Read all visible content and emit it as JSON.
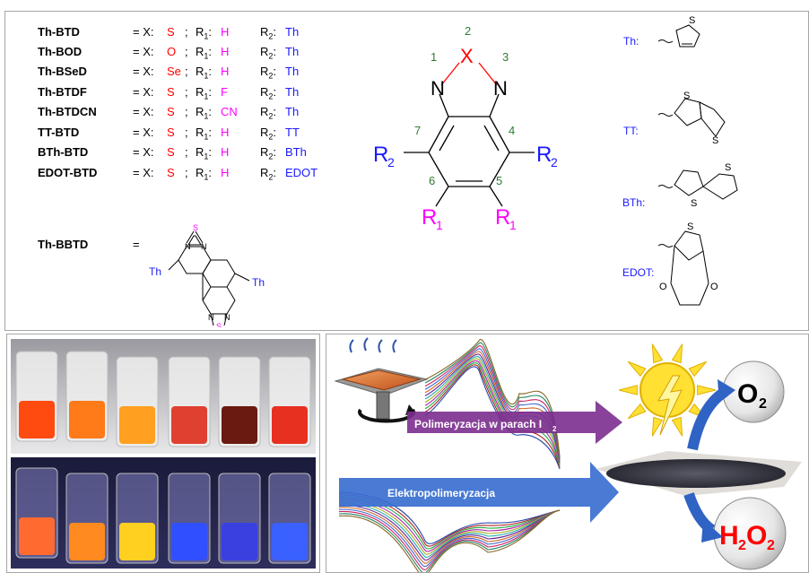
{
  "compounds": [
    {
      "name": "Th-BTD",
      "eq": "= X:",
      "x": "S",
      "sep1": ";",
      "r1": "H",
      "r2": "Th"
    },
    {
      "name": "Th-BOD",
      "eq": "= X:",
      "x": "O",
      "sep1": ";",
      "r1": "H",
      "r2": "Th"
    },
    {
      "name": "Th-BSeD",
      "eq": "= X:",
      "x": "Se",
      "sep1": ";",
      "r1": "H",
      "r2": "Th"
    },
    {
      "name": "Th-BTDF",
      "eq": "= X:",
      "x": "S",
      "sep1": ";",
      "r1": "F",
      "r2": "Th"
    },
    {
      "name": "Th-BTDCN",
      "eq": "= X:",
      "x": "S",
      "sep1": ";",
      "r1": "CN",
      "r2": "Th"
    },
    {
      "name": "TT-BTD",
      "eq": "= X:",
      "x": "S",
      "sep1": ";",
      "r1": "H",
      "r2": "TT"
    },
    {
      "name": "BTh-BTD",
      "eq": "= X:",
      "x": "S",
      "sep1": ";",
      "r1": "H",
      "r2": "BTh"
    },
    {
      "name": "EDOT-BTD",
      "eq": "= X:",
      "x": "S",
      "sep1": ";",
      "r1": "H",
      "r2": "EDOT"
    }
  ],
  "r_labels": {
    "r1": "R",
    "r1_sub": "1",
    "r2": "R",
    "r2_sub": "2",
    "colon": ":"
  },
  "bbtd": {
    "name": "Th-BBTD",
    "eq": "=",
    "th_left": "Th",
    "th_right": "Th",
    "s": "S",
    "n": "N"
  },
  "core": {
    "x": "X",
    "n": "N",
    "r1": "R",
    "r1_sub": "1",
    "r2": "R",
    "r2_sub": "2",
    "numbers": [
      "1",
      "2",
      "3",
      "4",
      "5",
      "6",
      "7"
    ]
  },
  "substituents": {
    "th": "Th:",
    "tt": "TT:",
    "bth": "BTh:",
    "edot": "EDOT:",
    "s": "S",
    "o": "O"
  },
  "process": {
    "vapor_label": "Polimeryzacja w parach I",
    "vapor_sub": "2",
    "electro_label": "Elektropolimeryzacja",
    "o2": "O",
    "o2_sub": "2",
    "h2o2_a": "H",
    "h2o2_sub1": "2",
    "h2o2_b": "O",
    "h2o2_sub2": "2"
  },
  "colors": {
    "accent_red": "#ff0000",
    "accent_magenta": "#ff00ff",
    "accent_blue": "#1a1aff",
    "number_green": "#2e7d32",
    "vapor_arrow": "#7b2d8e",
    "electro_arrow": "#3a6fd0",
    "curved_arrow": "#2f63c4",
    "sun": "#ffe033"
  },
  "icons": [
    "spin-coater-icon",
    "sun-icon",
    "circular-arrow-icon"
  ]
}
